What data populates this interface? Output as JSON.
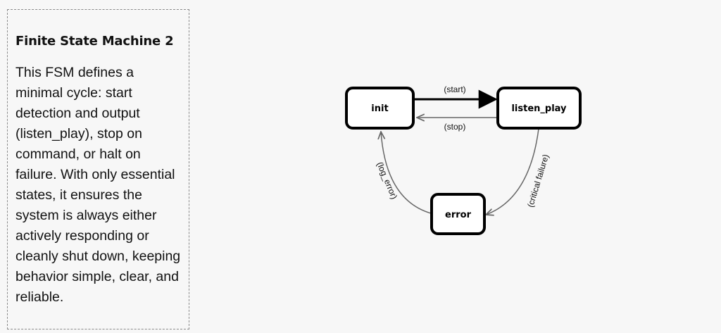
{
  "panel": {
    "title": "Finite State Machine 2",
    "description": "This FSM defines a minimal cycle: start detection and output (listen_play), stop on command, or halt on failure. With only essential states, it ensures the system is always either actively responding or cleanly shut down, keeping behavior simple, clear, and reliable."
  },
  "diagram": {
    "states": {
      "init": "init",
      "listen_play": "listen_play",
      "error": "error"
    },
    "transitions": {
      "start": "(start)",
      "stop": "(stop)",
      "critical_failure": "(critical failure)",
      "log_error": "(log_error)"
    },
    "colors": {
      "state_border": "#000000",
      "state_fill": "#ffffff",
      "active_edge": "#000000",
      "edge": "#666666"
    }
  }
}
